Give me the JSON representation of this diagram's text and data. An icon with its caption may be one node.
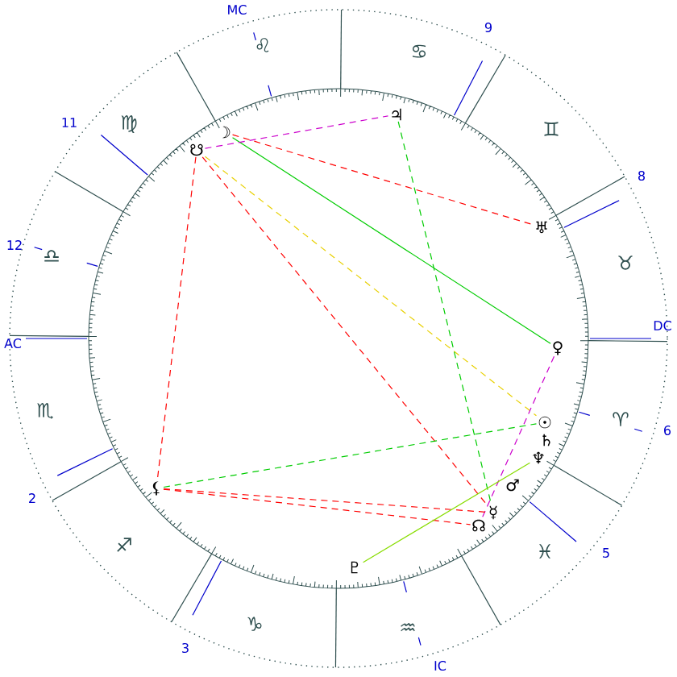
{
  "diagram": {
    "nodes": [
      {
        "text": [
          "♃"
        ]
      },
      {
        "text": [
          "☽"
        ]
      },
      {
        "text": [
          "☋"
        ]
      },
      {
        "text": [
          "♅"
        ]
      },
      {
        "text": [
          "♀"
        ]
      },
      {
        "text": [
          "☉"
        ]
      },
      {
        "text": [
          "♄"
        ]
      },
      {
        "text": [
          "♆"
        ]
      },
      {
        "text": [
          "♂"
        ]
      },
      {
        "text": [
          "⚸"
        ]
      },
      {
        "text": [
          "☿"
        ]
      },
      {
        "text": [
          "☊"
        ]
      },
      {
        "text": [
          "♇"
        ]
      }
    ],
    "edges": [
      {
        "from": 1,
        "to": 3,
        "arrow": "none",
        "style": "dashed",
        "color": "#ff0000"
      },
      {
        "from": 1,
        "to": 4,
        "arrow": "none",
        "color": "#00cc00"
      },
      {
        "from": 2,
        "to": 0,
        "arrow": "none",
        "style": "dashed",
        "color": "#cc00cc"
      },
      {
        "from": 2,
        "to": 9,
        "arrow": "none",
        "style": "dashed",
        "color": "#ff0000"
      },
      {
        "from": 2,
        "to": 10,
        "arrow": "none",
        "style": "dashed",
        "color": "#ff0000"
      },
      {
        "from": 2,
        "to": 5,
        "arrow": "none",
        "style": "dashed",
        "color": "#e8d000"
      },
      {
        "from": 0,
        "to": 10,
        "arrow": "none",
        "style": "dashed",
        "color": "#00cc00"
      },
      {
        "from": 4,
        "to": 11,
        "arrow": "none",
        "style": "dashed",
        "color": "#cc00cc"
      },
      {
        "from": 9,
        "to": 5,
        "arrow": "none",
        "style": "dashed",
        "color": "#00cc00"
      },
      {
        "from": 9,
        "to": 10,
        "arrow": "none",
        "style": "dashed",
        "color": "#ff0000"
      },
      {
        "from": 9,
        "to": 11,
        "arrow": "none",
        "style": "dashed",
        "color": "#ff0000"
      },
      {
        "from": 12,
        "to": 7,
        "arrow": "none",
        "color": "#88dd00"
      }
    ],
    "labels": [
      "MC",
      "♌",
      "9",
      "♋",
      "11",
      "♍",
      "♊",
      "8",
      "12",
      "♎",
      "♉",
      "AC",
      "DC",
      "♏",
      "♈",
      "6",
      "2",
      "♐",
      "♓",
      "5",
      "3",
      "♑",
      "♒",
      "IC"
    ]
  }
}
